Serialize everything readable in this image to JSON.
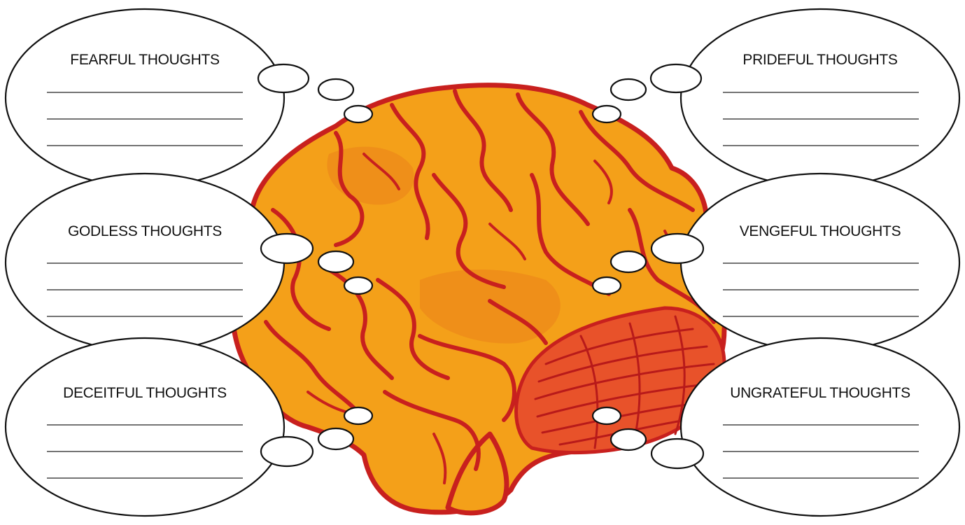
{
  "bubbles": [
    {
      "key": "fearful",
      "label": "FEARFUL THOUGHTS"
    },
    {
      "key": "prideful",
      "label": "PRIDEFUL THOUGHTS"
    },
    {
      "key": "godless",
      "label": "GODLESS THOUGHTS"
    },
    {
      "key": "vengeful",
      "label": "VENGEFUL THOUGHTS"
    },
    {
      "key": "deceitful",
      "label": "DECEITFUL THOUGHTS"
    },
    {
      "key": "ungrateful",
      "label": "UNGRATEFUL THOUGHTS"
    }
  ],
  "colors": {
    "brain": "#f4a019",
    "brain_outline": "#c8201e",
    "cerebellum": "#e8522a",
    "bubble_fill": "#ffffff",
    "bubble_stroke": "#111111"
  }
}
